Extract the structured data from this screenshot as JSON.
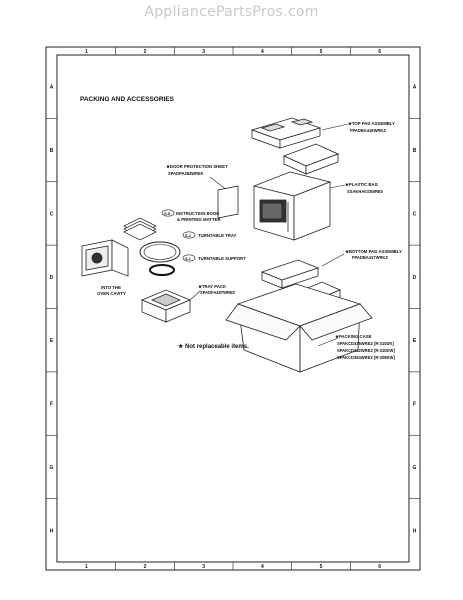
{
  "watermark": "AppliancePartsPros.com",
  "diagram": {
    "title": "PACKING AND ACCESSORIES",
    "note": "★ Not replaceable items.",
    "parts": {
      "top_pad": {
        "name": "★TOP PAD ASSEMBLY",
        "code": "FPADBA416WRKZ"
      },
      "door_sheet": {
        "name": "★DOOR PROTECTION SHEET",
        "code": "SPADPA284WRE0"
      },
      "plastic_bag": {
        "name": "★PLASTIC BAG",
        "code": "SSAKHA033WRE0"
      },
      "instruction_book": {
        "ref": "S-5",
        "name": "INSTRUCTION BOOK",
        "name2": "& PRINTING MATTER"
      },
      "turntable_tray": {
        "ref": "S-2",
        "name": "TURNTABLE TRAY"
      },
      "turntable_support": {
        "ref": "S-1",
        "name": "TURNTABLE SUPPORT"
      },
      "bottom_pad": {
        "name": "★BOTTOM PAD ASSEMBLY",
        "code": "FPADBA417WRKZ"
      },
      "tray_pack": {
        "name": "★TRAY PACK",
        "code": "SPADFA457WRE0"
      },
      "oven_cavity": {
        "line1": "INTO THE",
        "line2": "OVEN CAVITY"
      },
      "packing_case": {
        "name": "★PACKING CASE",
        "code1": "SPAKCD335WREZ [R-310DK]",
        "code2": "SPAKCD342WREZ [R-310DW]",
        "code3": "SPAKCD354WREZ [R-308DW]"
      }
    },
    "border": {
      "columns": [
        "1",
        "2",
        "3",
        "4",
        "5",
        "6"
      ],
      "rows": [
        "A",
        "B",
        "C",
        "D",
        "E",
        "F",
        "G",
        "H"
      ]
    }
  }
}
